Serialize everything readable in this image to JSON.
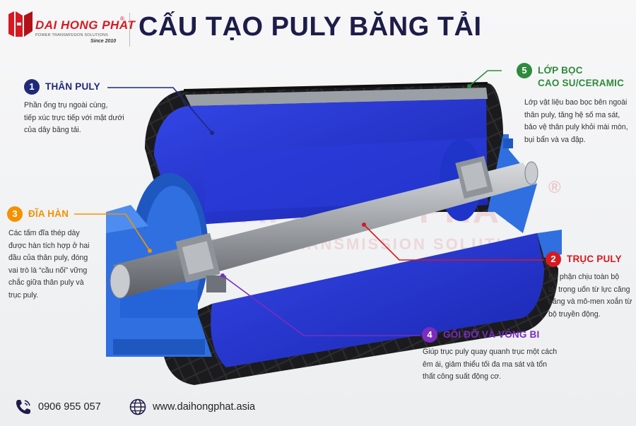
{
  "brand": {
    "name": "DAI HONG PHAT",
    "registered": "®",
    "tagline": "POWER TRANSMISSION SOLUTIONS",
    "since": "Since 2010"
  },
  "title": "CẤU TẠO PULY BĂNG TẢI",
  "colors": {
    "navy": "#1e2a78",
    "red": "#d71920",
    "orange": "#f39200",
    "purple": "#7b2cbf",
    "green": "#2e8b3d",
    "inner_blue": "#2233cc"
  },
  "callouts": [
    {
      "number": "1",
      "title": "THÂN PULY",
      "description": [
        "Phần ống trụ ngoài cùng,",
        "tiếp xúc trực tiếp với mặt dưới",
        "của dây băng tải."
      ]
    },
    {
      "number": "2",
      "title": "TRỤC PULY",
      "description": [
        "Bộ phận chịu toàn bộ",
        "tải trọng uốn từ lực căng",
        "băng và mô-men xoắn từ",
        "bộ truyền động."
      ]
    },
    {
      "number": "3",
      "title": "ĐĨA HÀN",
      "description": [
        "Các tấm đĩa thép dày",
        "được hàn tích hợp ở hai",
        "đầu của thân puly, đóng",
        "vai trò là “cầu nối” vững",
        "chắc giữa thân puly và",
        "trục puly."
      ]
    },
    {
      "number": "4",
      "title": "GỐI ĐỠ VÀ VÒNG BI",
      "description": [
        "Giúp trục puly quay quanh trục một cách",
        "êm ái, giảm thiểu tối đa ma sát và tổn",
        "thất công suất động cơ."
      ]
    },
    {
      "number": "5",
      "title_lines": [
        "LỚP BỌC",
        "CAO SU/CERAMIC"
      ],
      "description": [
        "Lớp vật liệu bao bọc bên ngoài",
        "thân puly, tăng hệ số ma sát,",
        "bảo vệ thân puly khỏi mài mòn,",
        "bụi bẩn và va đập."
      ]
    }
  ],
  "watermark": {
    "name": "DAI HONG PHAT",
    "tagline": "POWER TRANSMISSION SOLUTIONS",
    "registered": "®"
  },
  "footer": {
    "phone_icon": "phone-icon",
    "phone": "0906 955 057",
    "web_icon": "globe-icon",
    "website": "www.daihongphat.asia"
  }
}
